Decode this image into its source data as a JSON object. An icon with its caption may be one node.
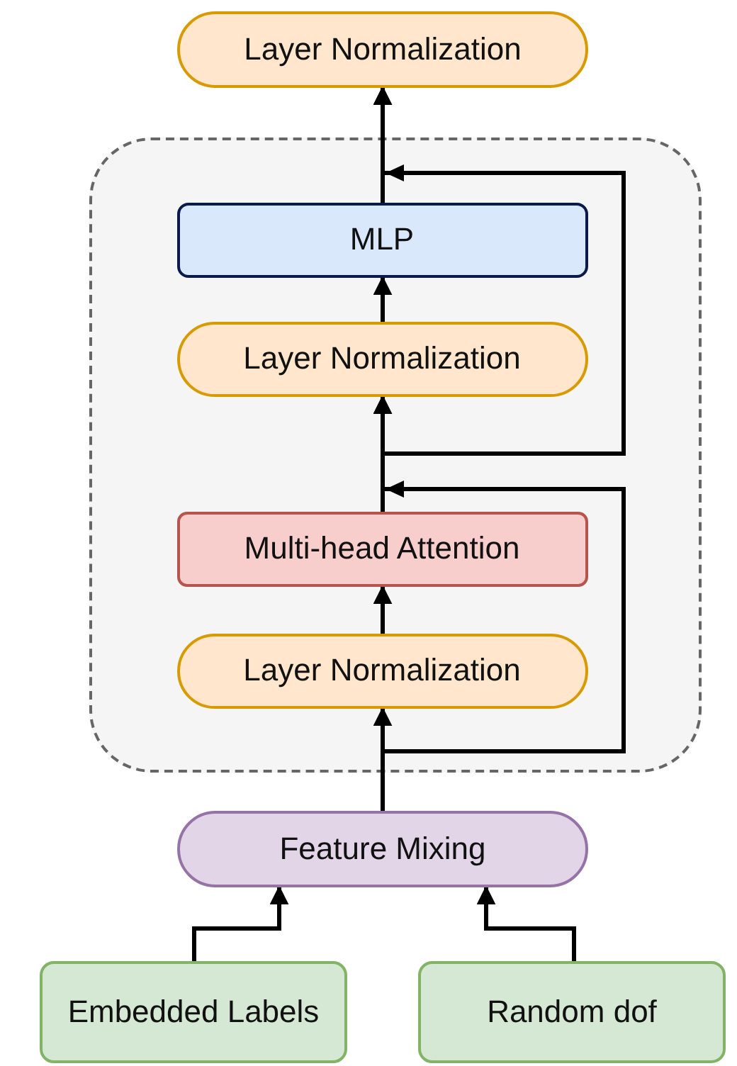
{
  "diagram": {
    "nodes": [
      {
        "text": [
          "Layer Normalization"
        ]
      },
      {
        "text": [],
        "shape": "box"
      },
      {
        "text": [
          "MLP"
        ],
        "in": 1
      },
      {
        "text": [
          "Layer Normalization"
        ],
        "in": 1
      },
      {
        "text": [
          "Multi-head Attention"
        ],
        "in": 1
      },
      {
        "text": [
          "Layer Normalization"
        ],
        "in": 1
      },
      {
        "text": [
          "Feature Mixing"
        ]
      },
      {
        "text": [
          "Embedded Labels"
        ]
      },
      {
        "text": [
          "Random dof"
        ]
      }
    ],
    "edges": [
      {
        "from": 7,
        "to": 6,
        "arrow": "to"
      },
      {
        "from": 8,
        "to": 6,
        "arrow": "to"
      },
      {
        "from": 6,
        "to": 5,
        "arrow": "to"
      },
      {
        "from": 5,
        "to": 4,
        "arrow": "to"
      },
      {
        "from": 4,
        "to": 3,
        "arrow": "to"
      },
      {
        "from": 3,
        "to": 2,
        "arrow": "to"
      },
      {
        "from": 2,
        "to": 0,
        "arrow": "to"
      },
      {
        "from": 6,
        "to": 3,
        "arrow": "to"
      },
      {
        "from": 4,
        "to": 0,
        "arrow": "to"
      }
    ]
  }
}
